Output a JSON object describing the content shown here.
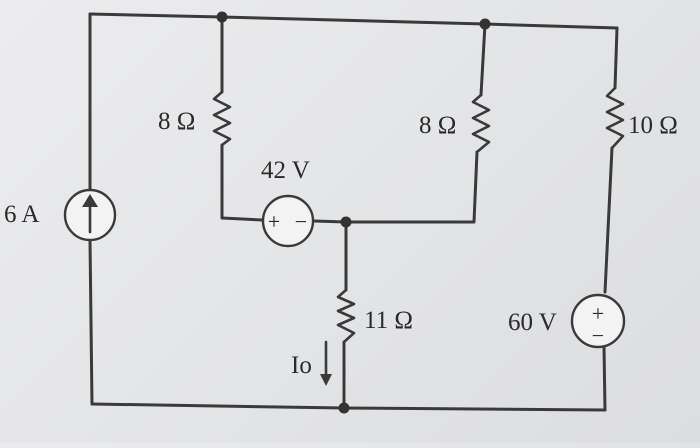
{
  "current_source": {
    "label": "6 A"
  },
  "voltage_source_top": {
    "label": "42 V",
    "plus": "+",
    "minus": "−"
  },
  "voltage_source_right": {
    "label": "60 V",
    "plus": "+",
    "minus": "−"
  },
  "resistors": {
    "left": "8 Ω",
    "middle": "8 Ω",
    "right": "10 Ω",
    "bottom": "11 Ω"
  },
  "current_label": "Io",
  "colors": {
    "wire": "#3a3a3a",
    "background": "#e6e7e9"
  }
}
